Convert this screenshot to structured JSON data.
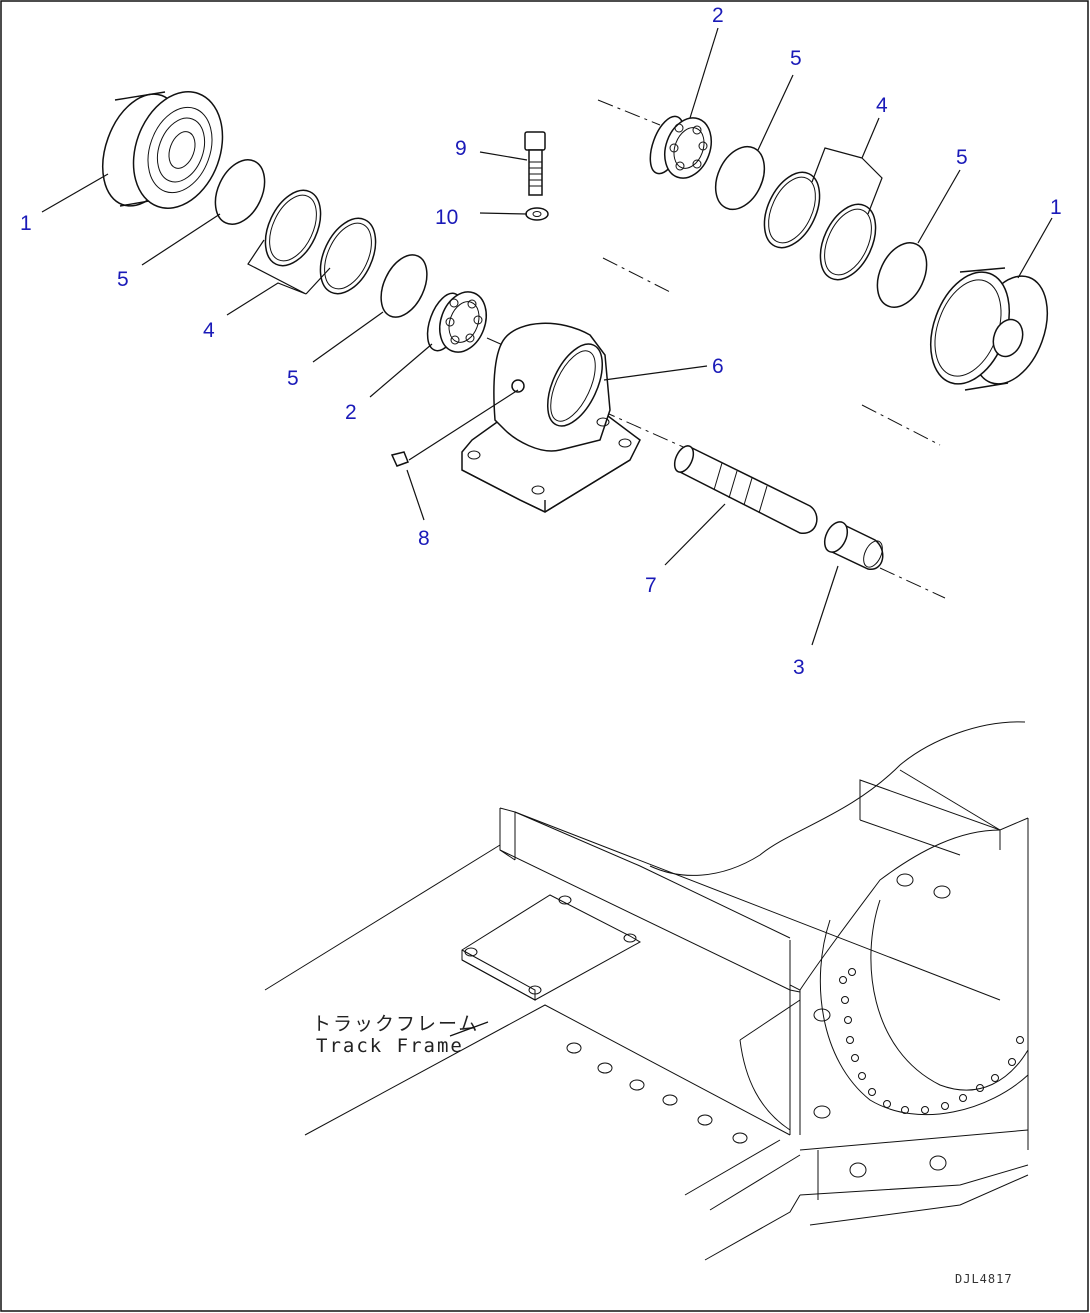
{
  "frame_label": {
    "japanese": "トラックフレーム",
    "english": "Track Frame"
  },
  "drawing_code": "DJL4817",
  "callouts": {
    "left_roller": "1",
    "left_ring5a": "5",
    "left_seal4": "4",
    "left_ring5b": "5",
    "left_bearing": "2",
    "bolt": "9",
    "washer": "10",
    "bracket": "6",
    "plug": "8",
    "shaft": "7",
    "collar": "3",
    "right_bearing": "2",
    "right_ring5a": "5",
    "right_seal4": "4",
    "right_ring5b": "5",
    "right_roller": "1"
  },
  "colors": {
    "callout": "#1a1ab8",
    "line": "#111111",
    "background": "#ffffff"
  }
}
